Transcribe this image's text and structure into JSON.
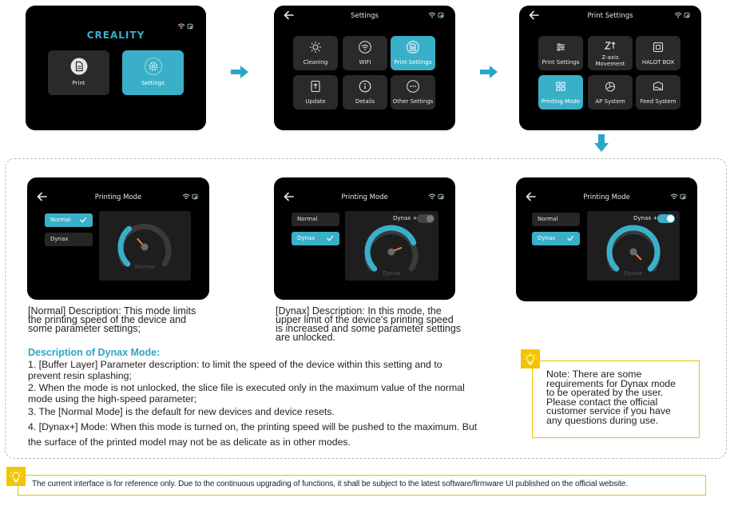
{
  "colors": {
    "accent": "#3ab0c8",
    "blue_text": "#2aa6c8",
    "arrow": "#2aa6c8",
    "note_yellow": "#f4c400"
  },
  "screen1": {
    "logo": "CREALITY",
    "tiles": [
      {
        "label": "Print",
        "icon": "file-icon",
        "active": false
      },
      {
        "label": "Settings",
        "icon": "gear-icon",
        "active": true
      }
    ]
  },
  "screen2": {
    "title": "Settings",
    "tiles": [
      {
        "label": "Cleaning",
        "icon": "sun-icon",
        "active": false
      },
      {
        "label": "WIFI",
        "icon": "wifi-icon",
        "active": false
      },
      {
        "label": "Print Settings",
        "icon": "print-settings-icon",
        "active": true
      },
      {
        "label": "Update",
        "icon": "update-icon",
        "active": false
      },
      {
        "label": "Details",
        "icon": "info-icon",
        "active": false
      },
      {
        "label": "Other Settings",
        "icon": "more-icon",
        "active": false
      }
    ]
  },
  "screen3": {
    "title": "Print Settings",
    "tiles": [
      {
        "label": "Print Settings",
        "icon": "sliders-icon",
        "active": false
      },
      {
        "label": "Z-axis",
        "label2": "Movement",
        "icon": "z-axis-icon",
        "active": false
      },
      {
        "label": "HALOT BOX",
        "icon": "box-icon",
        "active": false
      },
      {
        "label": "Printing Mode",
        "icon": "grid-icon",
        "active": true
      },
      {
        "label": "AP System",
        "icon": "fan-icon",
        "active": false
      },
      {
        "label": "Feed System",
        "icon": "feed-icon",
        "active": false
      }
    ]
  },
  "mode_screens": [
    {
      "title": "Printing Mode",
      "normal": "Normal",
      "dynax": "Dynax",
      "selected": "normal",
      "gauge_label": "Normal",
      "gauge_level": 0.35
    },
    {
      "title": "Printing Mode",
      "normal": "Normal",
      "dynax": "Dynax",
      "selected": "dynax",
      "toggle_label": "Dynax +",
      "toggle_on": false,
      "gauge_label": "Dynax",
      "gauge_level": 0.75
    },
    {
      "title": "Printing Mode",
      "normal": "Normal",
      "dynax": "Dynax",
      "selected": "dynax",
      "toggle_label": "Dynax +",
      "toggle_on": true,
      "gauge_label": "Dynax",
      "gauge_level": 1.0
    }
  ],
  "desc_normal": [
    "[Normal] Description: This mode limits",
    "the printing speed of the device and",
    "some parameter settings;"
  ],
  "desc_dynax": [
    "[Dynax] Description: In this mode, the",
    "upper limit of the device's printing speed",
    "is increased and some parameter settings",
    "are unlocked."
  ],
  "dynax_section": {
    "title": "Description of Dynax Mode:",
    "lines": [
      "1. [Buffer Layer] Parameter description: to limit the speed of the device within this setting and to",
      "prevent resin splashing;",
      "2. When the mode is not unlocked, the slice file is executed only in the maximum value of the normal",
      "mode using the high-speed parameter;",
      "3. The [Normal Mode] is the default for new devices and device resets.",
      "4. [Dynax+] Mode: When this mode is turned on, the printing speed will be pushed to the maximum. But",
      "the surface of the printed model may not be as delicate as in other modes."
    ]
  },
  "note": [
    "Note: There are some",
    "requirements for Dynax mode",
    "to be operated by the user.",
    "Please contact the official",
    "customer service if you have",
    "any questions during use."
  ],
  "footer": "The current interface is for reference only. Due to the continuous upgrading of functions, it shall be subject to the latest software/firmware UI published on the official website."
}
